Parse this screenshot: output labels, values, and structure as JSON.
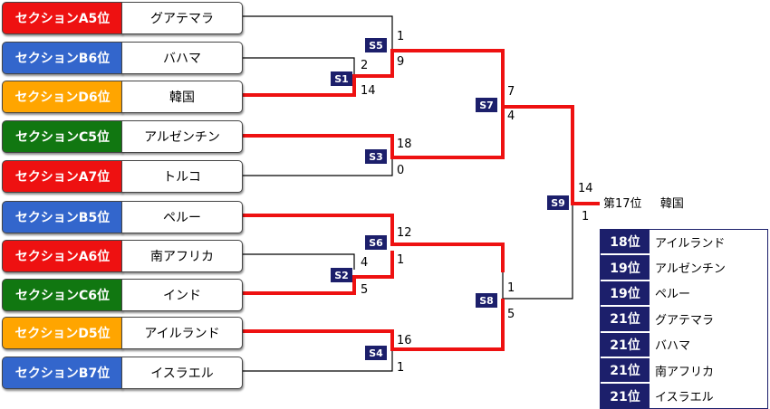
{
  "colors": {
    "red": "#ee1111",
    "blue": "#3366cc",
    "orange": "#ffa500",
    "green": "#117711",
    "navy": "#1c1f6b",
    "win_line": "#ee1111",
    "line": "#000000"
  },
  "teams": [
    {
      "seed": "セクションA5位",
      "name": "グアテマラ",
      "color": "red"
    },
    {
      "seed": "セクションB6位",
      "name": "バハマ",
      "color": "blue"
    },
    {
      "seed": "セクションD6位",
      "name": "韓国",
      "color": "orange"
    },
    {
      "seed": "セクションC5位",
      "name": "アルゼンチン",
      "color": "green"
    },
    {
      "seed": "セクションA7位",
      "name": "トルコ",
      "color": "red"
    },
    {
      "seed": "セクションB5位",
      "name": "ペルー",
      "color": "blue"
    },
    {
      "seed": "セクションA6位",
      "name": "南アフリカ",
      "color": "red"
    },
    {
      "seed": "セクションC6位",
      "name": "インド",
      "color": "green"
    },
    {
      "seed": "セクションD5位",
      "name": "アイルランド",
      "color": "orange"
    },
    {
      "seed": "セクションB7位",
      "name": "イスラエル",
      "color": "blue"
    }
  ],
  "matches": [
    {
      "label": "S1",
      "scores": [
        "2",
        "14"
      ]
    },
    {
      "label": "S2",
      "scores": [
        "4",
        "5"
      ]
    },
    {
      "label": "S3",
      "scores": [
        "18",
        "0"
      ]
    },
    {
      "label": "S4",
      "scores": [
        "16",
        "1"
      ]
    },
    {
      "label": "S5",
      "scores": [
        "1",
        "9"
      ]
    },
    {
      "label": "S6",
      "scores": [
        "12",
        "1"
      ]
    },
    {
      "label": "S7",
      "scores": [
        "7",
        "4"
      ]
    },
    {
      "label": "S8",
      "scores": [
        "1",
        "5"
      ]
    },
    {
      "label": "S9",
      "scores": [
        "14",
        "1"
      ]
    }
  ],
  "result": {
    "place": "第17位",
    "team": "韓国"
  },
  "standings": [
    {
      "rank": "18位",
      "team": "アイルランド"
    },
    {
      "rank": "19位",
      "team": "アルゼンチン"
    },
    {
      "rank": "19位",
      "team": "ペルー"
    },
    {
      "rank": "21位",
      "team": "グアテマラ"
    },
    {
      "rank": "21位",
      "team": "バハマ"
    },
    {
      "rank": "21位",
      "team": "南アフリカ"
    },
    {
      "rank": "21位",
      "team": "イスラエル"
    }
  ]
}
